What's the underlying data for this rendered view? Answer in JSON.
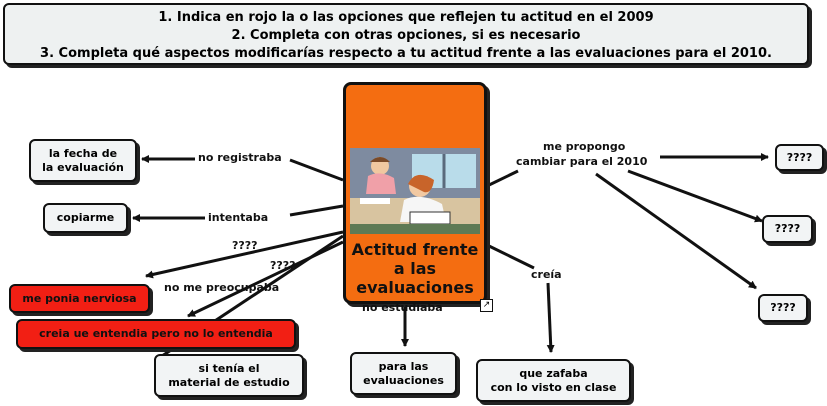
{
  "header": {
    "line1": "1. Indica en rojo la o las opciones que reflejen tu actitud en el 2009",
    "line2": "2. Completa con otras opciones, si es necesario",
    "line3": "3. Completa qué aspectos modificarías respecto a tu actitud frente a las evaluaciones para el 2010."
  },
  "center": {
    "title": "Actitud frente a las evaluaciones",
    "image_icon": "students-writing-clipart",
    "link_icon": "link-arrow-icon"
  },
  "links": {
    "no_registraba": "no registraba",
    "intentaba": "intentaba",
    "q1": "????",
    "q2": "????",
    "no_me_preocupaba": "no me preocupaba",
    "no_estudiaba": "no estudiaba",
    "creia": "creía",
    "me_propongo": "me propongo",
    "cambiar": "cambiar para el 2010"
  },
  "concepts": {
    "fecha_line1": "la fecha de",
    "fecha_line2": "la evaluación",
    "copiarme": "copiarme",
    "nerviosa": "me ponia nerviosa",
    "entendia": "creia ue entendia  pero no lo entendia",
    "material_line1": "si tenía el",
    "material_line2": "material de estudio",
    "para_line1": "para las",
    "para_line2": "evaluaciones",
    "zafaba_line1": "que zafaba",
    "zafaba_line2": "con lo visto en clase",
    "r1": "????",
    "r2": "????",
    "r3": "????"
  },
  "colors": {
    "center_fill": "#f46d11",
    "selected_fill": "#f21f14",
    "box_fill": "#f2f4f5"
  }
}
